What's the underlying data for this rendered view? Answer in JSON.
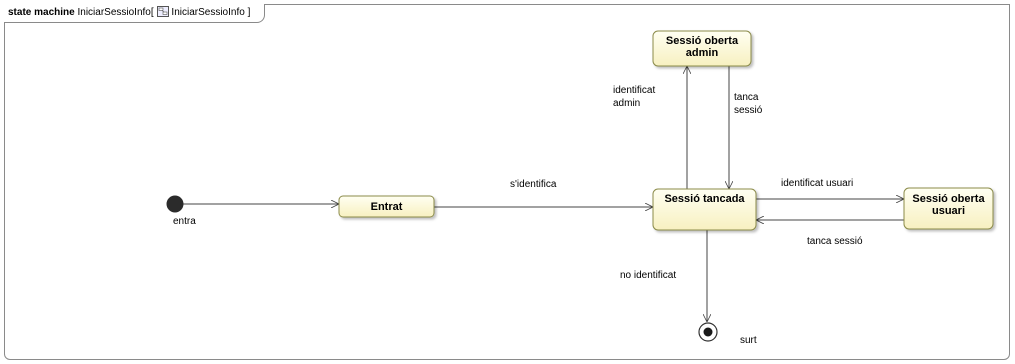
{
  "frame": {
    "keyword": "state machine",
    "name": "IniciarSessioInfo",
    "bracket_open": "[",
    "reference": "IniciarSessioInfo",
    "bracket_close": "]",
    "icon": "state-machine-icon"
  },
  "states": {
    "entrat": {
      "line1": "Entrat"
    },
    "tancada": {
      "line1": "Sessió tancada"
    },
    "admin": {
      "line1": "Sessió oberta",
      "line2": "admin"
    },
    "usuari": {
      "line1": "Sessió oberta",
      "line2": "usuari"
    }
  },
  "pseudostates": {
    "initial_label": "entra",
    "final_label": "surt"
  },
  "transitions": {
    "identifica": "s'identifica",
    "id_admin_1": "identificat",
    "id_admin_2": "admin",
    "tanca_admin_1": "tanca",
    "tanca_admin_2": "sessió",
    "id_usuari": "identificat usuari",
    "tanca_usuari": "tanca sessió",
    "no_id": "no identificat"
  },
  "colors": {
    "state_fill_top": "#fffff2",
    "state_fill_bottom": "#f7f0c0",
    "state_border": "#8b8b4a",
    "initial_fill": "#2b2b2b"
  }
}
